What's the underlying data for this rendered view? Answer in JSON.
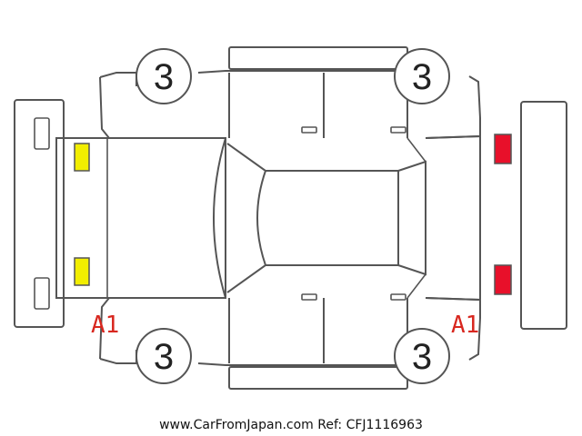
{
  "colors": {
    "outline": "#555555",
    "front_light_marker": "#f2ee00",
    "rear_light_marker": "#e8102a",
    "damage_code": "#d8271f",
    "wheel_text": "#222222"
  },
  "wheels": {
    "front_left": "3",
    "rear_left": "3",
    "front_right": "3",
    "rear_right": "3"
  },
  "damage_marks": {
    "front_left_corner": "A1",
    "rear_left_corner": "A1"
  },
  "footer": {
    "site_text": "www.CarFromJapan.com Ref: CFJ1116963"
  }
}
